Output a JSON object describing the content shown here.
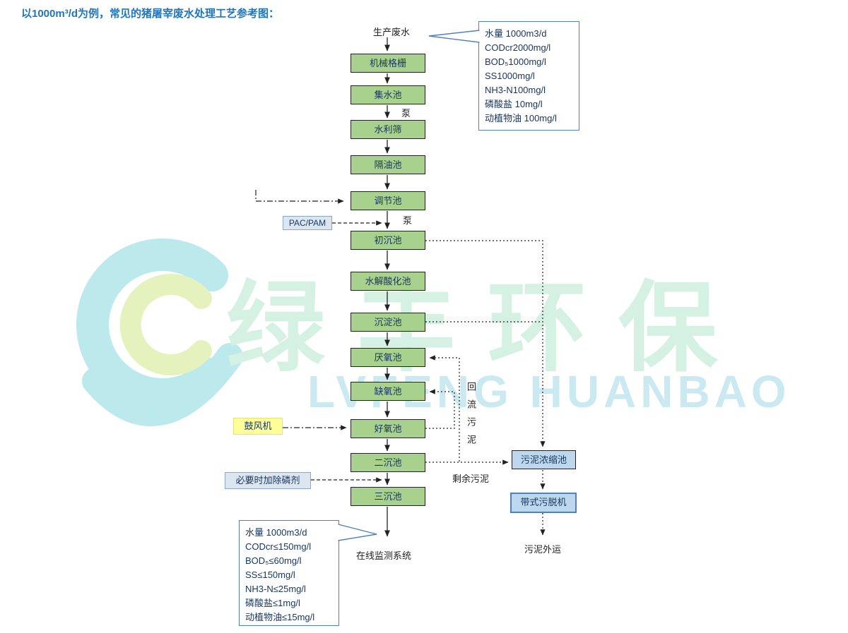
{
  "title": "以1000m³/d为例，常见的猪屠宰废水处理工艺参考图：",
  "flow": {
    "source": "生产废水",
    "pump_top": "泵",
    "pump_mid": "泵",
    "nodes": [
      "机械格栅",
      "集水池",
      "水利筛",
      "隔油池",
      "调节池",
      "初沉池",
      "水解酸化池",
      "沉淀池",
      "厌氧池",
      "缺氧池",
      "好氧池",
      "二沉池",
      "三沉池"
    ],
    "outlet": "在线监测系统"
  },
  "dosing": {
    "pac_pam": "PAC/PAM",
    "blower": "鼓风机",
    "phosphorus": "必要时加除磷剂"
  },
  "sludge": {
    "thickener": "污泥浓缩池",
    "belt_press": "带式污脱机",
    "haul_away": "污泥外运",
    "return_sludge": "回流污泥",
    "excess_sludge": "剩余污泥"
  },
  "influent": {
    "lines": [
      "水量 1000m3/d",
      "CODcr2000mg/l",
      "BOD₅1000mg/l",
      "SS1000mg/l",
      "NH3-N100mg/l",
      "磷酸盐 10mg/l",
      "动植物油 100mg/l"
    ]
  },
  "effluent": {
    "lines": [
      "水量 1000m3/d",
      "CODcr≤150mg/l",
      "BOD₅≤60mg/l",
      "SS≤150mg/l",
      "NH3-N≤25mg/l",
      "磷酸盐≤1mg/l",
      "动植物油≤15mg/l"
    ]
  },
  "watermark": {
    "cn": "绿丰环保",
    "en": "LVFENG HUANBAO"
  },
  "colors": {
    "node_green": "#a9d18e",
    "sludge_blue": "#bdd7ee",
    "dosing_blue": "#dce6f1",
    "blower_yellow": "#ffff99",
    "callout_border": "#4f81bd",
    "title_blue": "#2175bc",
    "watermark_teal": "#d5f1e3",
    "watermark_cyan": "#cbe9f1"
  }
}
